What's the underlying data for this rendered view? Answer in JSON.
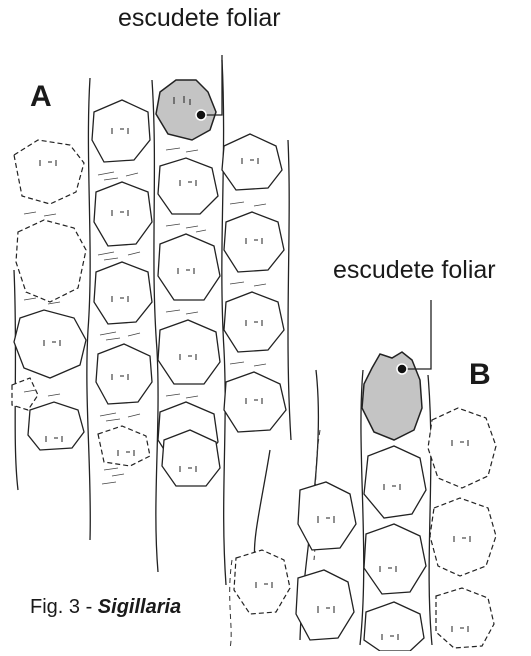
{
  "labels": {
    "scar_a": "escudete foliar",
    "scar_b": "escudete foliar",
    "letter_a": "A",
    "letter_b": "B"
  },
  "caption": {
    "prefix": "Fig. 3 - ",
    "genus": "Sigillaria"
  },
  "colors": {
    "highlight_fill": "#c4c4c4",
    "ink": "#222222"
  }
}
